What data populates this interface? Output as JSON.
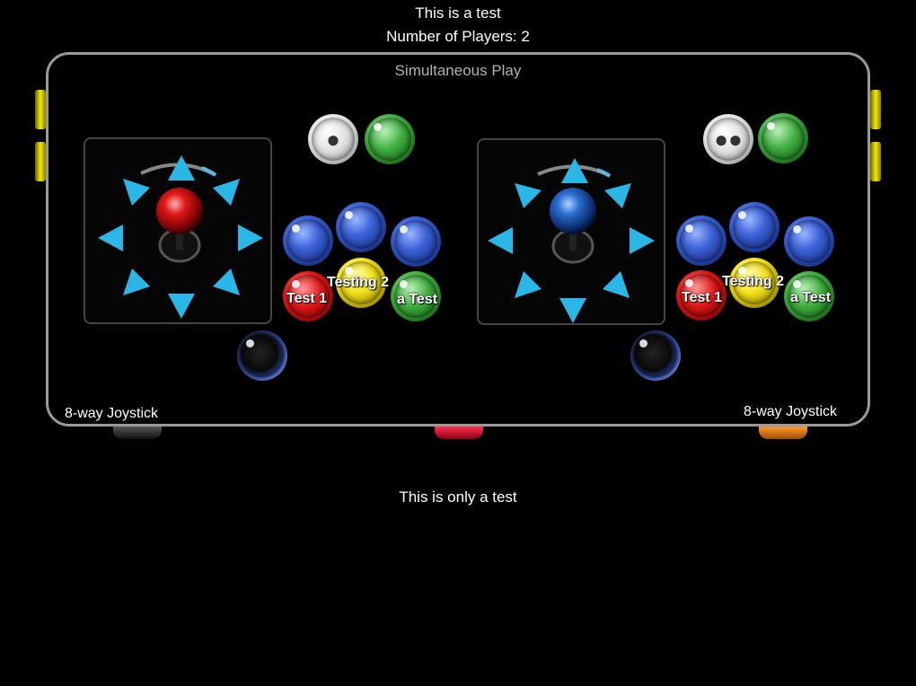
{
  "header": {
    "title": "This is a test",
    "players": "Number of Players:  2"
  },
  "panel": {
    "mode": "Simultaneous Play"
  },
  "player1": {
    "joystick_label": "8-way Joystick",
    "button_labels": {
      "red": "Test 1",
      "yellow": "Testing 2",
      "green": "a Test"
    },
    "start_icon": "one-player-icon"
  },
  "player2": {
    "joystick_label": "8-way Joystick",
    "button_labels": {
      "red": "Test 1",
      "yellow": "Testing 2",
      "green": "a Test"
    },
    "start_icon": "two-player-icon"
  },
  "footer": {
    "text": "This is only a test"
  },
  "colors": {
    "background": "#000000",
    "panel_border": "#9a9a9a",
    "arrow": "#2ab7e8",
    "p1_ball": "#d41010",
    "p2_ball": "#2a6fd0"
  }
}
